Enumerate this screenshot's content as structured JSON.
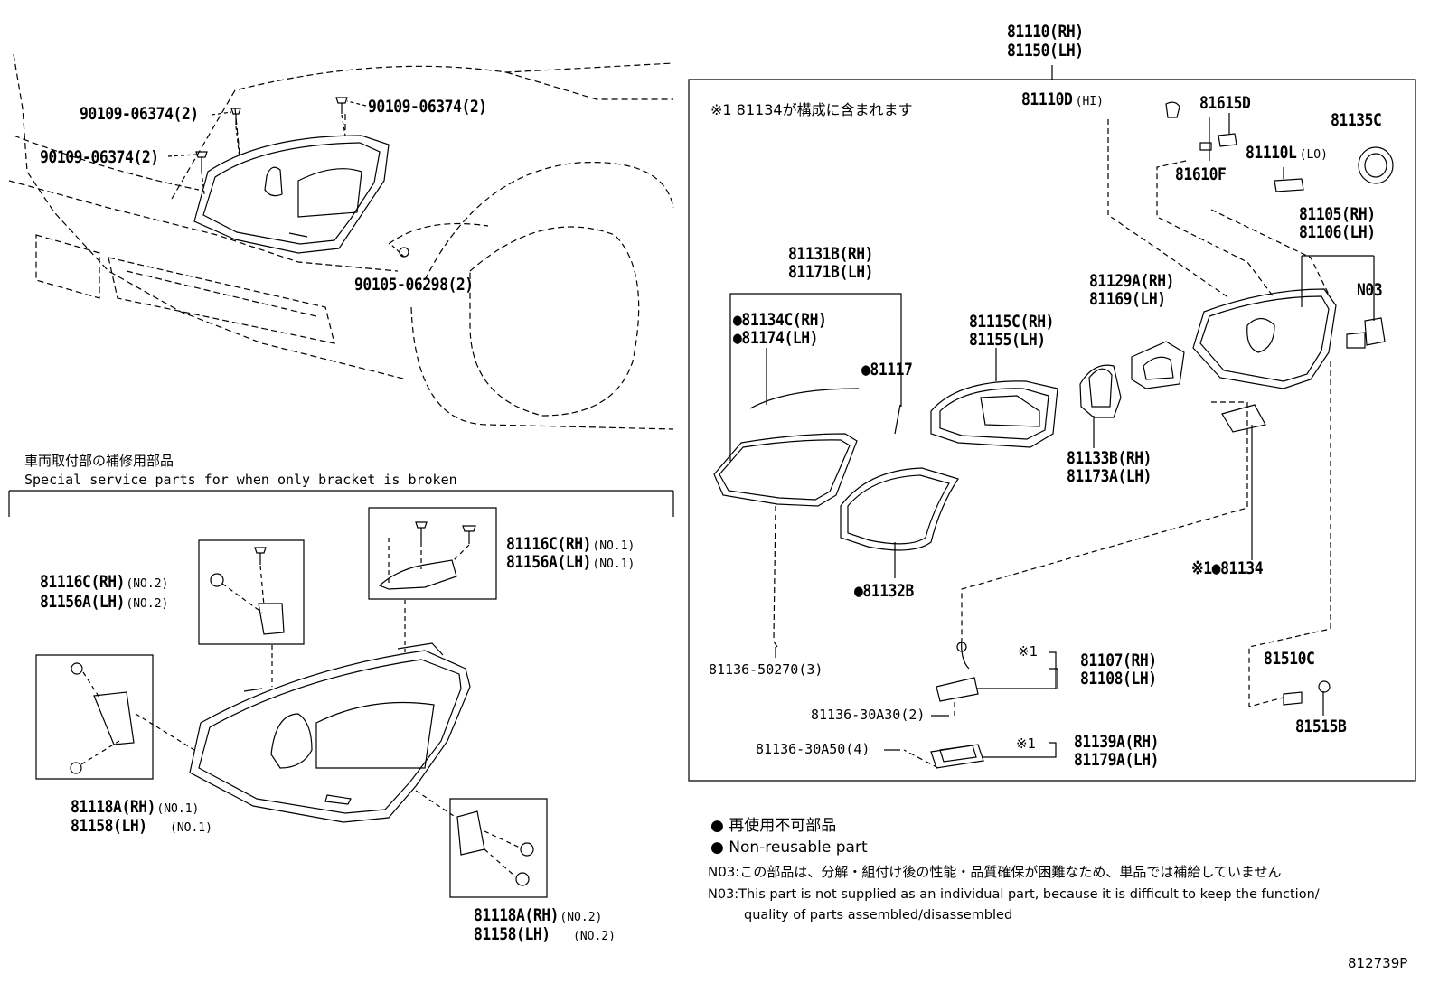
{
  "topleft": {
    "bolt_a": "90109-06374(2)",
    "bolt_b": "90109-06374(2)",
    "bolt_c": "90109-06374(2)",
    "bolt_d": "90105-06298(2)"
  },
  "service": {
    "title_jp": "車両取付部の補修用部品",
    "title_en": "Special service parts for when only bracket is broken",
    "p1a": "81116C(RH)",
    "p1a_sub": "(NO.1)",
    "p1b": "81156A(LH)",
    "p1b_sub": "(NO.1)",
    "p2a": "81116C(RH)",
    "p2a_sub": "(NO.2)",
    "p2b": "81156A(LH)",
    "p2b_sub": "(NO.2)",
    "p3a": "81118A(RH)",
    "p3a_sub": "(NO.1)",
    "p3b": "81158(LH)",
    "p3b_sub": "(NO.1)",
    "p4a": "81118A(RH)",
    "p4a_sub": "(NO.2)",
    "p4b": "81158(LH)",
    "p4b_sub": "(NO.2)"
  },
  "main": {
    "top_rh": "81110(RH)",
    "top_lh": "81150(LH)",
    "note_jp": "※1 81134が構成に含まれます",
    "hi": "81110D",
    "hi_sub": "(HI)",
    "p81615D": "81615D",
    "p81610F": "81610F",
    "lo": "81110L",
    "lo_sub": "(LO)",
    "p81135C": "81135C",
    "p81105": "81105(RH)",
    "p81106": "81106(LH)",
    "n03": "N03",
    "p81131B": "81131B(RH)",
    "p81171B": "81171B(LH)",
    "p81134C": "●81134C(RH)",
    "p81174": "●81174(LH)",
    "p81117": "●81117",
    "p81115C": "81115C(RH)",
    "p81155": "81155(LH)",
    "p81129A": "81129A(RH)",
    "p81169": "81169(LH)",
    "p81133B": "81133B(RH)",
    "p81173A": "81173A(LH)",
    "p81134": "※1●81134",
    "p81132B": "●81132B",
    "p81136a": "81136-50270(3)",
    "p81107": "81107(RH)",
    "p81108": "81108(LH)",
    "ref1": "※1",
    "p81136b": "81136-30A30(2)",
    "p81136c": "81136-30A50(4)",
    "p81139A": "81139A(RH)",
    "p81179A": "81179A(LH)",
    "ref2": "※1",
    "p81510C": "81510C",
    "p81515B": "81515B"
  },
  "legend": {
    "l1": "● 再使用不可部品",
    "l2": "● Non-reusable part",
    "n1": "N03:この部品は、分解・組付け後の性能・品質確保が困難なため、単品では補給していません",
    "n2": "N03:This part is not supplied as an individual part, because it is difficult to keep the function/",
    "n3": "quality of parts assembled/disassembled"
  },
  "code": "812739P"
}
